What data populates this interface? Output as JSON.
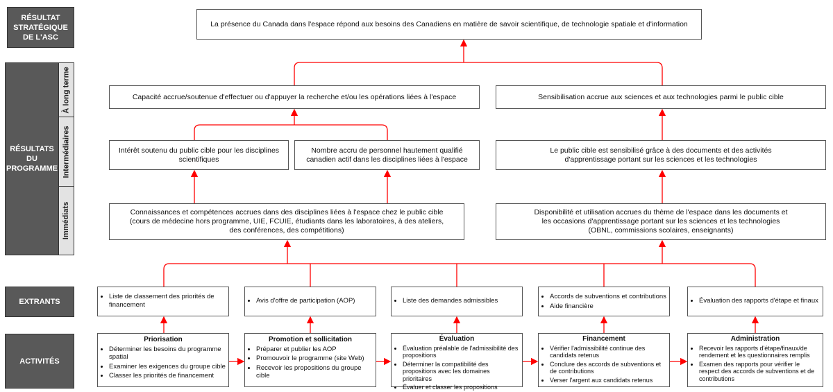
{
  "labels": {
    "strategic": "RÉSULTAT STRATÉGIQUE DE L'ASC",
    "program": "RÉSULTATS DU PROGRAMME",
    "long_term": "À long terme",
    "intermediate": "Intermédiaires",
    "immediate": "Immédiats",
    "outputs": "EXTRANTS",
    "activities": "ACTIVITÉS"
  },
  "strategic_outcome": "La présence du Canada dans l'espace répond aux besoins des Canadiens en matière de savoir scientifique, de technologie spatiale et d'information",
  "long_term": [
    "Capacité accrue/soutenue d'effectuer ou d'appuyer la recherche et/ou les opérations liées à l'espace",
    "Sensibilisation accrue aux sciences et aux technologies parmi le public cible"
  ],
  "intermediate": [
    "Intérêt soutenu du public cible pour les disciplines scientifiques",
    "Nombre accru de personnel hautement qualifié canadien actif dans les disciplines liées à l'espace",
    "Le public cible est sensibilisé grâce à des documents et des activités d'apprentissage portant sur les sciences et les technologies"
  ],
  "immediate": [
    {
      "l1": "Connaissances et compétences accrues dans des disciplines liées à l'espace chez le public cible",
      "l2": "(cours de médecine hors programme, UIE, FCUIE, étudiants dans les laboratoires, à des ateliers,",
      "l3": "des conférences, des compétitions)"
    },
    {
      "l1": "Disponibilité et utilisation accrues du thème de l'espace dans les documents et",
      "l2": "les occasions d'apprentissage portant sur les sciences et les technologies",
      "l3": "(OBNL, commissions scolaires, enseignants)"
    }
  ],
  "outputs": [
    [
      "Liste de classement des priorités de financement"
    ],
    [
      "Avis d'offre de participation (AOP)"
    ],
    [
      "Liste des demandes admissibles"
    ],
    [
      "Accords de subventions et contributions",
      "Aide financière"
    ],
    [
      "Évaluation des rapports d'étape et finaux"
    ]
  ],
  "activities": [
    {
      "title": "Priorisation",
      "items": [
        "Déterminer les besoins du programme spatial",
        "Examiner les exigences du groupe cible",
        "Classer les priorités de financement"
      ]
    },
    {
      "title": "Promotion et sollicitation",
      "items": [
        "Préparer et publier les AOP",
        "Promouvoir le programme (site Web)",
        "Recevoir les propositions du groupe cible"
      ]
    },
    {
      "title": "Évaluation",
      "items": [
        "Évaluation préalable de l'admissibilité des propositions",
        "Déterminer la compatibilité des propositions avec les domaines prioritaires",
        "Évaluer et classer les propositions"
      ]
    },
    {
      "title": "Financement",
      "items": [
        "Vérifier l'admissibilité continue des candidats retenus",
        "Conclure des accords de subventions et de contributions",
        "Verser l'argent aux candidats retenus"
      ]
    },
    {
      "title": "Administration",
      "items": [
        "Recevoir les rapports d'étape/finaux/de rendement et les questionnaires remplis",
        "Examen des rapports pour vérifier le respect des accords de subventions et de contributions"
      ]
    }
  ],
  "colors": {
    "label_bg": "#595959",
    "sub_bg": "#e3e3e3",
    "connector": "#ff0000"
  }
}
